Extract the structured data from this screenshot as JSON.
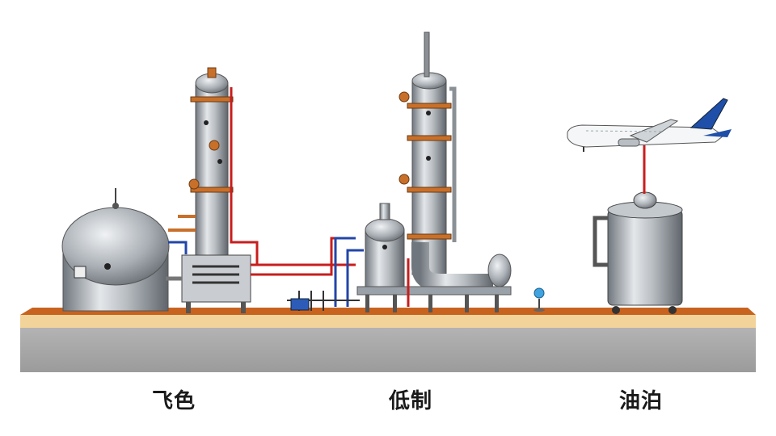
{
  "stages": [
    {
      "label": "飞色"
    },
    {
      "label": "低制"
    },
    {
      "label": "油泊"
    }
  ],
  "colors": {
    "ground_top": "#c8631f",
    "ground_band": "#f2d49a",
    "ground_base": "#a7a7a7",
    "steel": "#9aa1a8",
    "pipe_red": "#c81e1e",
    "pipe_blue": "#2246a8",
    "valve_orange": "#c8702a",
    "plane_tail": "#1f4fa8"
  }
}
